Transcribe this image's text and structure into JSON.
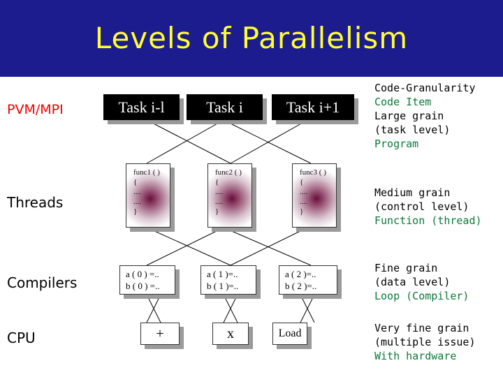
{
  "title": "Levels of Parallelism",
  "row_labels": {
    "pvm": "PVM/MPI",
    "threads": "Threads",
    "compilers": "Compilers",
    "cpu": "CPU"
  },
  "tasks": [
    "Task i-l",
    "Task i",
    "Task i+1"
  ],
  "funcs": [
    [
      "func1 ( )",
      "{",
      "....",
      "....",
      "}"
    ],
    [
      "func2 ( )",
      "{",
      "....",
      "....",
      "}"
    ],
    [
      "func3 ( )",
      "{",
      "....",
      "....",
      "}"
    ]
  ],
  "assignments": [
    [
      "a ( 0 ) =..",
      "b ( 0 ) =.."
    ],
    [
      "a ( 1 )=..",
      "b ( 1 )=.."
    ],
    [
      "a ( 2 )=..",
      "b ( 2 )=.."
    ]
  ],
  "ops": [
    "+",
    "x",
    "Load"
  ],
  "annotations": {
    "code": [
      "Code-Granularity",
      "Code Item",
      "Large grain",
      "(task level)",
      "Program"
    ],
    "thread": [
      "Medium grain",
      "(control level)",
      "Function (thread)"
    ],
    "compiler": [
      "Fine grain",
      "(data level)",
      "Loop (Compiler)"
    ],
    "cpu": [
      "Very fine grain",
      "(multiple issue)",
      "With hardware"
    ]
  },
  "colors": {
    "header": "#1c1c8e",
    "title": "#ffff33",
    "pvm_label": "#ee0000",
    "annotation_highlight": "#0a7a3a"
  }
}
